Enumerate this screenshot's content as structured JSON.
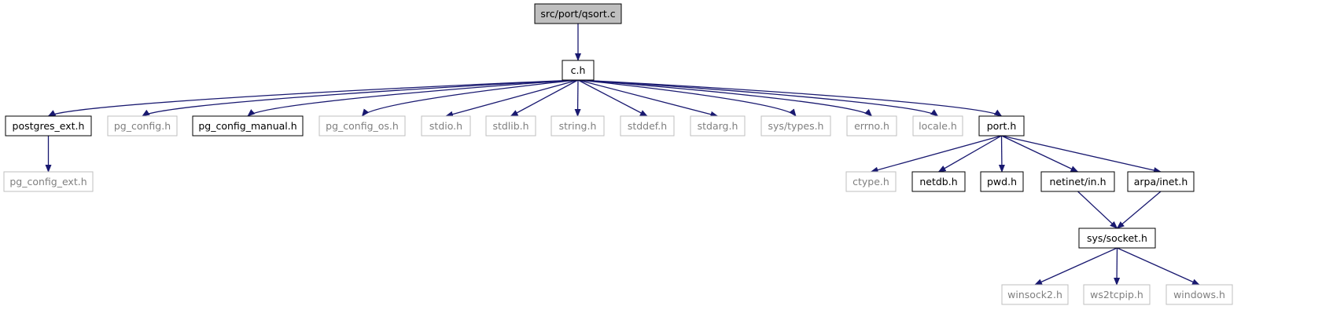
{
  "colors": {
    "edge": "#191970",
    "solid_border": "#000000",
    "missing_border": "#bfbfbf",
    "root_fill": "#bfbfbf",
    "text": "#000000",
    "missing_text": "#7f7f7f"
  },
  "nodes": [
    {
      "id": "qsort",
      "label": "src/port/qsort.c",
      "style": "root"
    },
    {
      "id": "c",
      "label": "c.h",
      "style": "solid"
    },
    {
      "id": "postgres_ext",
      "label": "postgres_ext.h",
      "style": "solid"
    },
    {
      "id": "pg_config",
      "label": "pg_config.h",
      "style": "missing"
    },
    {
      "id": "pg_config_manual",
      "label": "pg_config_manual.h",
      "style": "solid"
    },
    {
      "id": "pg_config_os",
      "label": "pg_config_os.h",
      "style": "missing"
    },
    {
      "id": "stdio",
      "label": "stdio.h",
      "style": "missing"
    },
    {
      "id": "stdlib",
      "label": "stdlib.h",
      "style": "missing"
    },
    {
      "id": "string",
      "label": "string.h",
      "style": "missing"
    },
    {
      "id": "stddef",
      "label": "stddef.h",
      "style": "missing"
    },
    {
      "id": "stdarg",
      "label": "stdarg.h",
      "style": "missing"
    },
    {
      "id": "systypes",
      "label": "sys/types.h",
      "style": "missing"
    },
    {
      "id": "errno",
      "label": "errno.h",
      "style": "missing"
    },
    {
      "id": "locale",
      "label": "locale.h",
      "style": "missing"
    },
    {
      "id": "port",
      "label": "port.h",
      "style": "solid"
    },
    {
      "id": "pg_config_ext",
      "label": "pg_config_ext.h",
      "style": "missing"
    },
    {
      "id": "ctype",
      "label": "ctype.h",
      "style": "missing"
    },
    {
      "id": "netdb",
      "label": "netdb.h",
      "style": "solid"
    },
    {
      "id": "pwd",
      "label": "pwd.h",
      "style": "solid"
    },
    {
      "id": "netinet_in",
      "label": "netinet/in.h",
      "style": "solid"
    },
    {
      "id": "arpa_inet",
      "label": "arpa/inet.h",
      "style": "solid"
    },
    {
      "id": "syssocket",
      "label": "sys/socket.h",
      "style": "solid"
    },
    {
      "id": "winsock2",
      "label": "winsock2.h",
      "style": "missing"
    },
    {
      "id": "ws2tcpip",
      "label": "ws2tcpip.h",
      "style": "missing"
    },
    {
      "id": "windows",
      "label": "windows.h",
      "style": "missing"
    }
  ],
  "edges": [
    [
      "qsort",
      "c"
    ],
    [
      "c",
      "postgres_ext"
    ],
    [
      "c",
      "pg_config"
    ],
    [
      "c",
      "pg_config_manual"
    ],
    [
      "c",
      "pg_config_os"
    ],
    [
      "c",
      "stdio"
    ],
    [
      "c",
      "stdlib"
    ],
    [
      "c",
      "string"
    ],
    [
      "c",
      "stddef"
    ],
    [
      "c",
      "stdarg"
    ],
    [
      "c",
      "systypes"
    ],
    [
      "c",
      "errno"
    ],
    [
      "c",
      "locale"
    ],
    [
      "c",
      "port"
    ],
    [
      "postgres_ext",
      "pg_config_ext"
    ],
    [
      "port",
      "ctype"
    ],
    [
      "port",
      "netdb"
    ],
    [
      "port",
      "pwd"
    ],
    [
      "port",
      "netinet_in"
    ],
    [
      "port",
      "arpa_inet"
    ],
    [
      "netinet_in",
      "syssocket"
    ],
    [
      "arpa_inet",
      "syssocket"
    ],
    [
      "syssocket",
      "winsock2"
    ],
    [
      "syssocket",
      "ws2tcpip"
    ],
    [
      "syssocket",
      "windows"
    ]
  ]
}
